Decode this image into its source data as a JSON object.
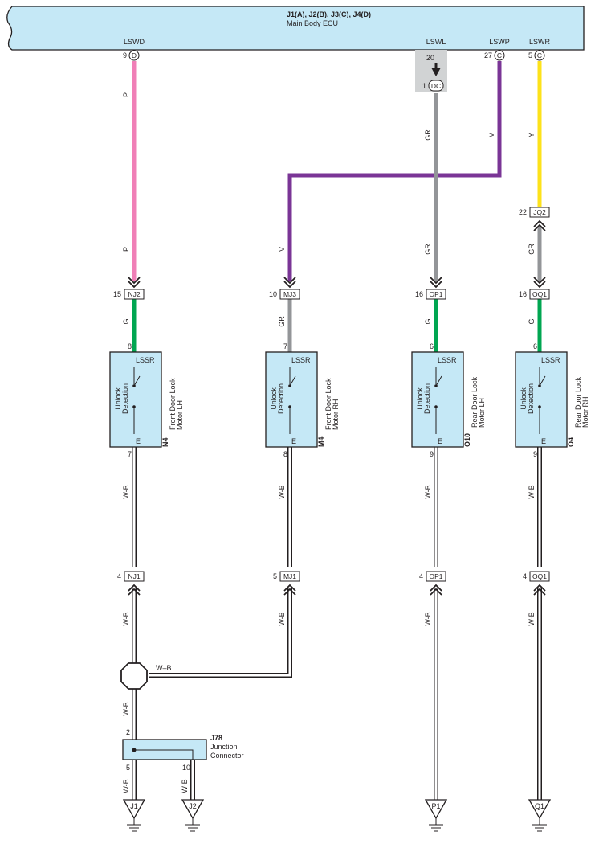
{
  "ecu": {
    "title": "J1(A), J2(B), J3(C), J4(D)",
    "name": "Main Body ECU",
    "terminals": [
      {
        "label": "LSWD",
        "pin": "9",
        "conn": "D"
      },
      {
        "label": "LSWL",
        "pin": "20",
        "conn": ""
      },
      {
        "label": "LSWP",
        "pin": "27",
        "conn": "C"
      },
      {
        "label": "LSWR",
        "pin": "5",
        "conn": "C"
      }
    ]
  },
  "dc_connector": {
    "pin": "1",
    "name": "DC"
  },
  "wire_colors": {
    "P": "#f07fb7",
    "V": "#7a3596",
    "GR": "#939598",
    "Y": "#fde21a",
    "G": "#00a651",
    "W-B": "#ffffff"
  },
  "wire_labels": {
    "lswd_upper": "P",
    "lswd_lower": "P",
    "lswl_upper": "GR",
    "lswl_lower": "GR",
    "lswp_upper": "V",
    "lswp_lower": "V",
    "lswr_upper": "Y",
    "lswr_lower": "GR",
    "n4_g": "G",
    "m4_gr": "GR",
    "o10_g": "G",
    "o4_g": "G",
    "wb": "W-B",
    "wb_dash": "W–B"
  },
  "jq2": {
    "pin": "22",
    "name": "JQ2"
  },
  "motors": [
    {
      "code": "N4",
      "line1": "Front Door Lock",
      "line2": "Motor LH",
      "conn": "NJ2",
      "conn_pin": "15",
      "pin_top": "8",
      "pin_bottom": "7",
      "lower_conn": "NJ1",
      "lower_pin": "4"
    },
    {
      "code": "M4",
      "line1": "Front Door Lock",
      "line2": "Motor RH",
      "conn": "MJ3",
      "conn_pin": "10",
      "pin_top": "7",
      "pin_bottom": "8",
      "lower_conn": "MJ1",
      "lower_pin": "5"
    },
    {
      "code": "O10",
      "line1": "Rear Door Lock",
      "line2": "Motor LH",
      "conn": "OP1",
      "conn_pin": "16",
      "pin_top": "6",
      "pin_bottom": "9",
      "lower_conn": "OP1",
      "lower_pin": "4"
    },
    {
      "code": "O4",
      "line1": "Rear Door Lock",
      "line2": "Motor RH",
      "conn": "OQ1",
      "conn_pin": "16",
      "pin_top": "6",
      "pin_bottom": "9",
      "lower_conn": "OQ1",
      "lower_pin": "4"
    }
  ],
  "motor_labels": {
    "top": "LSSR",
    "switch_line1": "Unlock",
    "switch_line2": "Detection",
    "bottom": "E"
  },
  "junction": {
    "code": "J78",
    "line1": "Junction",
    "line2": "Connector",
    "pin_in": "2",
    "pin_j1": "5",
    "pin_j2": "10"
  },
  "grounds": [
    "J1",
    "J2",
    "P1",
    "Q1"
  ]
}
